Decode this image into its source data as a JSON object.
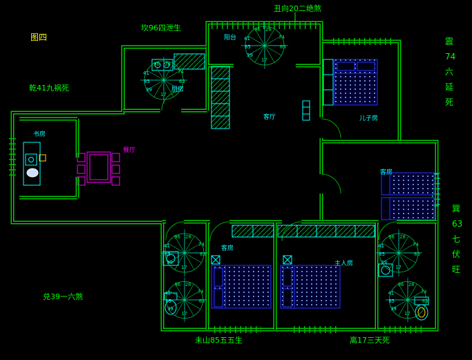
{
  "figure_label": "图四",
  "annotations": {
    "top": "丑向20二绝煞",
    "kan": "坎96四泄生",
    "qian": "乾41九祸死",
    "dui": "兑39一六煞",
    "wei": "未山85五五生",
    "li": "离17三天死",
    "zhen": [
      "震",
      "74",
      "六",
      "延",
      "死"
    ],
    "xun": [
      "巽",
      "63",
      "七",
      "伏",
      "旺"
    ]
  },
  "rooms": {
    "balcony": "阳台",
    "living_room": "客厅",
    "son_room": "儿子房",
    "study": "书房",
    "dining": "餐厅",
    "kitchen": "厨房",
    "guest_room_right": "客房",
    "guest_room_bottom": "客房",
    "master_room": "主人房"
  },
  "compass_numbers": [
    "96",
    "28",
    "41",
    "74",
    "85",
    "63",
    "39",
    "17"
  ],
  "colors": {
    "background": "#000000",
    "walls": "#00cc00",
    "fixtures": "#00ffff",
    "beds": "#2233ff",
    "dining_set": "#ff00ff",
    "figure_label": "#ffff00",
    "annotations": "#00ff00"
  }
}
